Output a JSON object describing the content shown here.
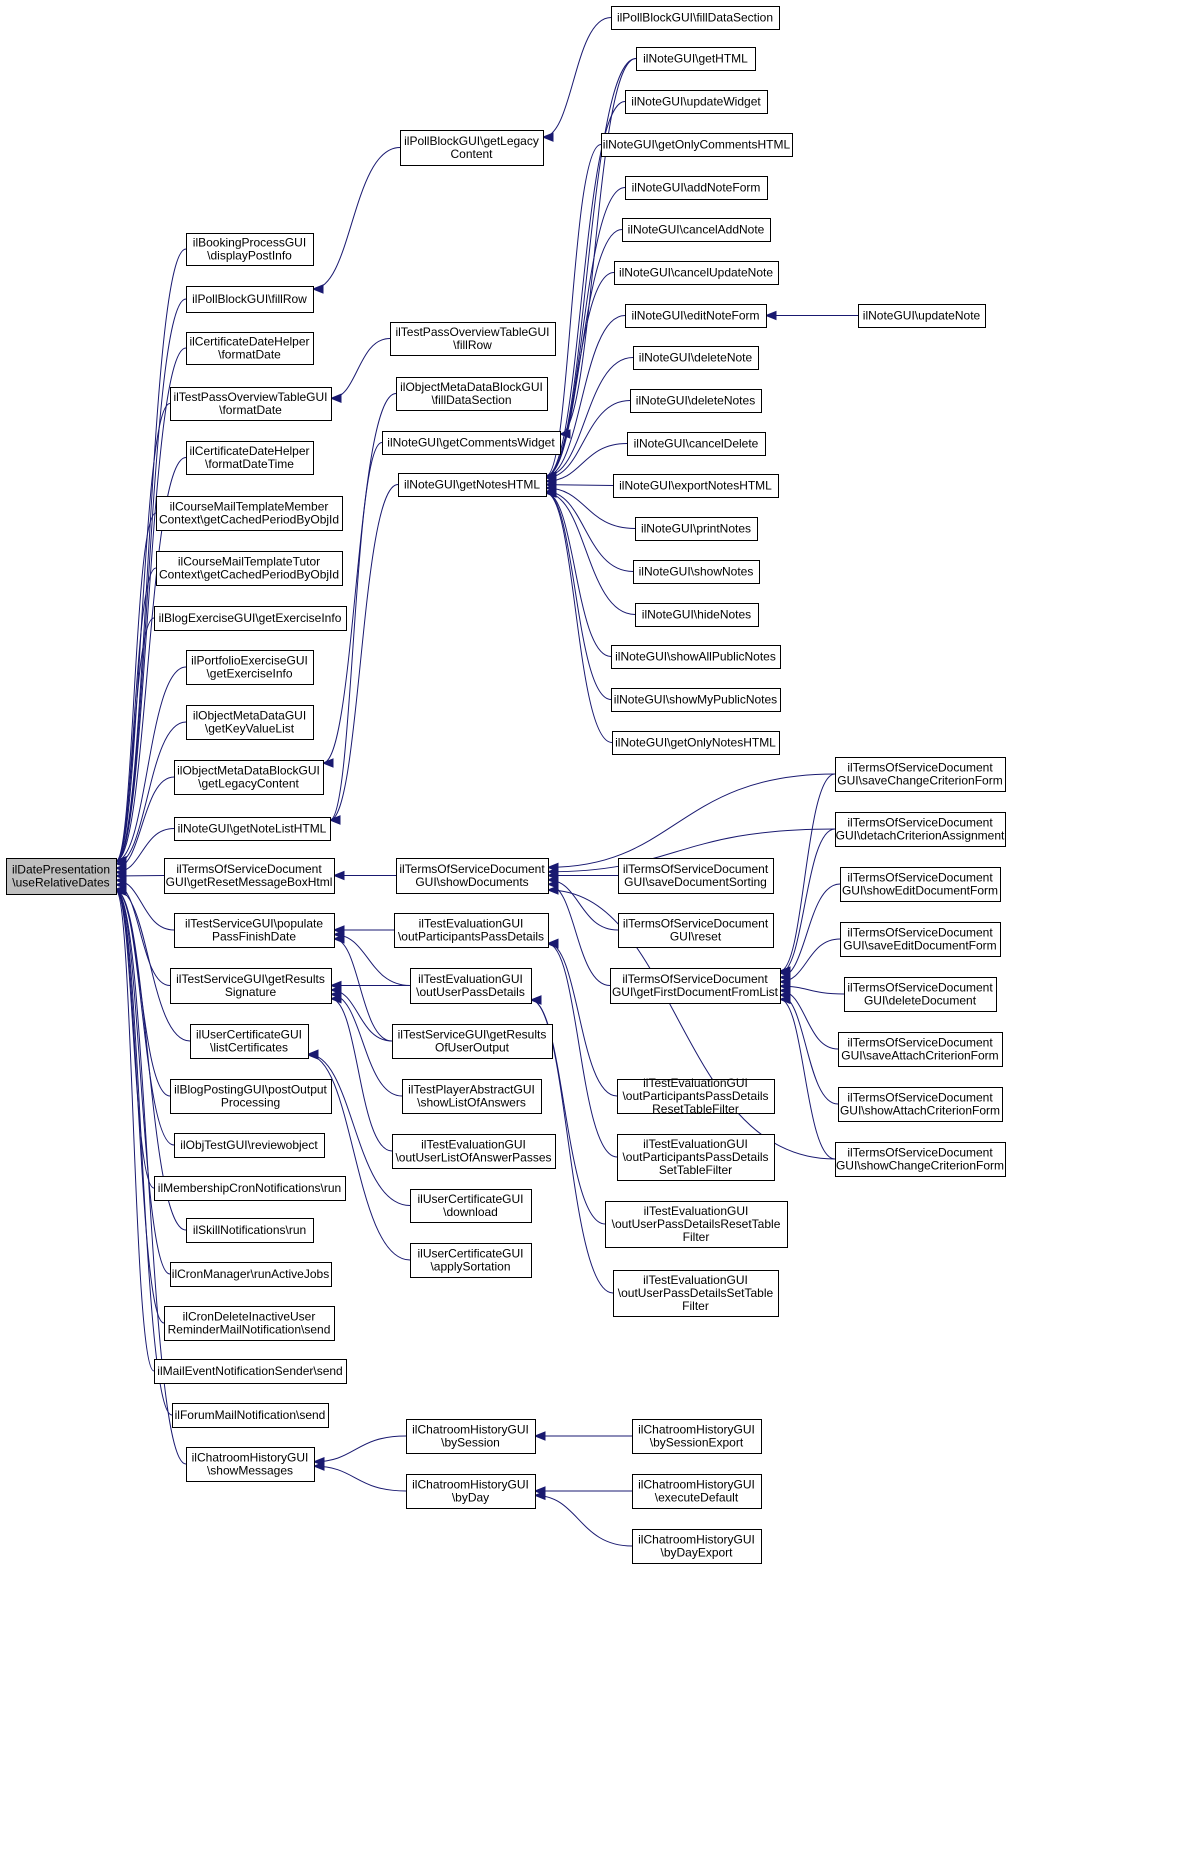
{
  "graph": {
    "kind": "doxygen-caller-graph",
    "edge_color": "#191970",
    "root_fill": "#bfbfbf",
    "nodes": [
      {
        "id": "root",
        "lines": [
          "ilDatePresentation",
          "\\useRelativeDates"
        ],
        "root": true
      },
      {
        "id": "bookingProc",
        "lines": [
          "ilBookingProcessGUI",
          "\\displayPostInfo"
        ]
      },
      {
        "id": "pollFillRow",
        "lines": [
          "ilPollBlockGUI\\fillRow"
        ]
      },
      {
        "id": "certFormatDate",
        "lines": [
          "ilCertificateDateHelper",
          "\\formatDate"
        ]
      },
      {
        "id": "testPassFormatDate",
        "lines": [
          "ilTestPassOverviewTableGUI",
          "\\formatDate"
        ]
      },
      {
        "id": "certFormatDateTime",
        "lines": [
          "ilCertificateDateHelper",
          "\\formatDateTime"
        ]
      },
      {
        "id": "courseMember",
        "lines": [
          "ilCourseMailTemplateMember",
          "Context\\getCachedPeriodByObjId"
        ]
      },
      {
        "id": "courseTutor",
        "lines": [
          "ilCourseMailTemplateTutor",
          "Context\\getCachedPeriodByObjId"
        ]
      },
      {
        "id": "blogExercise",
        "lines": [
          "ilBlogExerciseGUI\\getExerciseInfo"
        ]
      },
      {
        "id": "portfolioExercise",
        "lines": [
          "ilPortfolioExerciseGUI",
          "\\getExerciseInfo"
        ]
      },
      {
        "id": "objMetaKeyValue",
        "lines": [
          "ilObjectMetaDataGUI",
          "\\getKeyValueList"
        ]
      },
      {
        "id": "objMetaBlockLegacy",
        "lines": [
          "ilObjectMetaDataBlockGUI",
          "\\getLegacyContent"
        ]
      },
      {
        "id": "noteListHTML",
        "lines": [
          "ilNoteGUI\\getNoteListHTML"
        ]
      },
      {
        "id": "tosResetMsg",
        "lines": [
          "ilTermsOfServiceDocument",
          "GUI\\getResetMessageBoxHtml"
        ]
      },
      {
        "id": "populatePass",
        "lines": [
          "ilTestServiceGUI\\populate",
          "PassFinishDate"
        ]
      },
      {
        "id": "getResultsSig",
        "lines": [
          "ilTestServiceGUI\\getResults",
          "Signature"
        ]
      },
      {
        "id": "userCertList",
        "lines": [
          "ilUserCertificateGUI",
          "\\listCertificates"
        ]
      },
      {
        "id": "blogPosting",
        "lines": [
          "ilBlogPostingGUI\\postOutput",
          "Processing"
        ]
      },
      {
        "id": "objTestReview",
        "lines": [
          "ilObjTestGUI\\reviewobject"
        ]
      },
      {
        "id": "membershipCron",
        "lines": [
          "ilMembershipCronNotifications\\run"
        ]
      },
      {
        "id": "skillNotif",
        "lines": [
          "ilSkillNotifications\\run"
        ]
      },
      {
        "id": "cronManager",
        "lines": [
          "ilCronManager\\runActiveJobs"
        ]
      },
      {
        "id": "cronDelete",
        "lines": [
          "ilCronDeleteInactiveUser",
          "ReminderMailNotification\\send"
        ]
      },
      {
        "id": "mailEvent",
        "lines": [
          "ilMailEventNotificationSender\\send"
        ]
      },
      {
        "id": "forumMail",
        "lines": [
          "ilForumMailNotification\\send"
        ]
      },
      {
        "id": "chatShowMsg",
        "lines": [
          "ilChatroomHistoryGUI",
          "\\showMessages"
        ]
      },
      {
        "id": "pollLegacy",
        "lines": [
          "ilPollBlockGUI\\getLegacy",
          "Content"
        ]
      },
      {
        "id": "testPassFillRow",
        "lines": [
          "ilTestPassOverviewTableGUI",
          "\\fillRow"
        ]
      },
      {
        "id": "objMetaFillData",
        "lines": [
          "ilObjectMetaDataBlockGUI",
          "\\fillDataSection"
        ]
      },
      {
        "id": "noteCommentsWidget",
        "lines": [
          "ilNoteGUI\\getCommentsWidget"
        ]
      },
      {
        "id": "noteGetNotesHTML",
        "lines": [
          "ilNoteGUI\\getNotesHTML"
        ]
      },
      {
        "id": "tosShowDocs",
        "lines": [
          "ilTermsOfServiceDocument",
          "GUI\\showDocuments"
        ]
      },
      {
        "id": "testEvalOutPart",
        "lines": [
          "ilTestEvaluationGUI",
          "\\outParticipantsPassDetails"
        ]
      },
      {
        "id": "testEvalOutUser",
        "lines": [
          "ilTestEvaluationGUI",
          "\\outUserPassDetails"
        ]
      },
      {
        "id": "testServiceResultsUser",
        "lines": [
          "ilTestServiceGUI\\getResults",
          "OfUserOutput"
        ]
      },
      {
        "id": "testPlayerShowList",
        "lines": [
          "ilTestPlayerAbstractGUI",
          "\\showListOfAnswers"
        ]
      },
      {
        "id": "testEvalListAnswer",
        "lines": [
          "ilTestEvaluationGUI",
          "\\outUserListOfAnswerPasses"
        ]
      },
      {
        "id": "userCertDownload",
        "lines": [
          "ilUserCertificateGUI",
          "\\download"
        ]
      },
      {
        "id": "userCertApplySort",
        "lines": [
          "ilUserCertificateGUI",
          "\\applySortation"
        ]
      },
      {
        "id": "chatBySession",
        "lines": [
          "ilChatroomHistoryGUI",
          "\\bySession"
        ]
      },
      {
        "id": "chatByDay",
        "lines": [
          "ilChatroomHistoryGUI",
          "\\byDay"
        ]
      },
      {
        "id": "pollFillData",
        "lines": [
          "ilPollBlockGUI\\fillDataSection"
        ]
      },
      {
        "id": "noteGetHTML",
        "lines": [
          "ilNoteGUI\\getHTML"
        ]
      },
      {
        "id": "noteUpdateWidget",
        "lines": [
          "ilNoteGUI\\updateWidget"
        ]
      },
      {
        "id": "noteOnlyComments",
        "lines": [
          "ilNoteGUI\\getOnlyCommentsHTML"
        ]
      },
      {
        "id": "noteAddForm",
        "lines": [
          "ilNoteGUI\\addNoteForm"
        ]
      },
      {
        "id": "noteCancelAdd",
        "lines": [
          "ilNoteGUI\\cancelAddNote"
        ]
      },
      {
        "id": "noteCancelUpdate",
        "lines": [
          "ilNoteGUI\\cancelUpdateNote"
        ]
      },
      {
        "id": "noteEditForm",
        "lines": [
          "ilNoteGUI\\editNoteForm"
        ]
      },
      {
        "id": "noteDelete",
        "lines": [
          "ilNoteGUI\\deleteNote"
        ]
      },
      {
        "id": "noteDeleteNotes",
        "lines": [
          "ilNoteGUI\\deleteNotes"
        ]
      },
      {
        "id": "noteCancelDelete",
        "lines": [
          "ilNoteGUI\\cancelDelete"
        ]
      },
      {
        "id": "noteExport",
        "lines": [
          "ilNoteGUI\\exportNotesHTML"
        ]
      },
      {
        "id": "notePrint",
        "lines": [
          "ilNoteGUI\\printNotes"
        ]
      },
      {
        "id": "noteShow",
        "lines": [
          "ilNoteGUI\\showNotes"
        ]
      },
      {
        "id": "noteHide",
        "lines": [
          "ilNoteGUI\\hideNotes"
        ]
      },
      {
        "id": "noteShowAllPublic",
        "lines": [
          "ilNoteGUI\\showAllPublicNotes"
        ]
      },
      {
        "id": "noteShowMyPublic",
        "lines": [
          "ilNoteGUI\\showMyPublicNotes"
        ]
      },
      {
        "id": "noteGetOnlyNotes",
        "lines": [
          "ilNoteGUI\\getOnlyNotesHTML"
        ]
      },
      {
        "id": "tosSaveSort",
        "lines": [
          "ilTermsOfServiceDocument",
          "GUI\\saveDocumentSorting"
        ]
      },
      {
        "id": "tosReset",
        "lines": [
          "ilTermsOfServiceDocument",
          "GUI\\reset"
        ]
      },
      {
        "id": "tosFirstDoc",
        "lines": [
          "ilTermsOfServiceDocument",
          "GUI\\getFirstDocumentFromList"
        ]
      },
      {
        "id": "testEvalPartReset",
        "lines": [
          "ilTestEvaluationGUI",
          "\\outParticipantsPassDetails",
          "ResetTableFilter"
        ]
      },
      {
        "id": "testEvalPartSet",
        "lines": [
          "ilTestEvaluationGUI",
          "\\outParticipantsPassDetails",
          "SetTableFilter"
        ]
      },
      {
        "id": "testEvalUserReset",
        "lines": [
          "ilTestEvaluationGUI",
          "\\outUserPassDetailsResetTable",
          "Filter"
        ]
      },
      {
        "id": "testEvalUserSet",
        "lines": [
          "ilTestEvaluationGUI",
          "\\outUserPassDetailsSetTable",
          "Filter"
        ]
      },
      {
        "id": "chatBySessionExport",
        "lines": [
          "ilChatroomHistoryGUI",
          "\\bySessionExport"
        ]
      },
      {
        "id": "chatExecDefault",
        "lines": [
          "ilChatroomHistoryGUI",
          "\\executeDefault"
        ]
      },
      {
        "id": "chatByDayExport",
        "lines": [
          "ilChatroomHistoryGUI",
          "\\byDayExport"
        ]
      },
      {
        "id": "noteUpdateNote",
        "lines": [
          "ilNoteGUI\\updateNote"
        ]
      },
      {
        "id": "tosSaveChange",
        "lines": [
          "ilTermsOfServiceDocument",
          "GUI\\saveChangeCriterionForm"
        ]
      },
      {
        "id": "tosDetach",
        "lines": [
          "ilTermsOfServiceDocument",
          "GUI\\detachCriterionAssignment"
        ]
      },
      {
        "id": "tosShowEditDoc",
        "lines": [
          "ilTermsOfServiceDocument",
          "GUI\\showEditDocumentForm"
        ]
      },
      {
        "id": "tosSaveEditDoc",
        "lines": [
          "ilTermsOfServiceDocument",
          "GUI\\saveEditDocumentForm"
        ]
      },
      {
        "id": "tosDeleteDoc",
        "lines": [
          "ilTermsOfServiceDocument",
          "GUI\\deleteDocument"
        ]
      },
      {
        "id": "tosSaveAttach",
        "lines": [
          "ilTermsOfServiceDocument",
          "GUI\\saveAttachCriterionForm"
        ]
      },
      {
        "id": "tosShowAttach",
        "lines": [
          "ilTermsOfServiceDocument",
          "GUI\\showAttachCriterionForm"
        ]
      },
      {
        "id": "tosShowChange",
        "lines": [
          "ilTermsOfServiceDocument",
          "GUI\\showChangeCriterionForm"
        ]
      }
    ],
    "edges": [
      [
        "bookingProc",
        "root"
      ],
      [
        "pollFillRow",
        "root"
      ],
      [
        "certFormatDate",
        "root"
      ],
      [
        "testPassFormatDate",
        "root"
      ],
      [
        "certFormatDateTime",
        "root"
      ],
      [
        "courseMember",
        "root"
      ],
      [
        "courseTutor",
        "root"
      ],
      [
        "blogExercise",
        "root"
      ],
      [
        "portfolioExercise",
        "root"
      ],
      [
        "objMetaKeyValue",
        "root"
      ],
      [
        "objMetaBlockLegacy",
        "root"
      ],
      [
        "noteListHTML",
        "root"
      ],
      [
        "tosResetMsg",
        "root"
      ],
      [
        "populatePass",
        "root"
      ],
      [
        "getResultsSig",
        "root"
      ],
      [
        "userCertList",
        "root"
      ],
      [
        "blogPosting",
        "root"
      ],
      [
        "objTestReview",
        "root"
      ],
      [
        "membershipCron",
        "root"
      ],
      [
        "skillNotif",
        "root"
      ],
      [
        "cronManager",
        "root"
      ],
      [
        "cronDelete",
        "root"
      ],
      [
        "mailEvent",
        "root"
      ],
      [
        "forumMail",
        "root"
      ],
      [
        "chatShowMsg",
        "root"
      ],
      [
        "pollLegacy",
        "pollFillRow"
      ],
      [
        "pollFillData",
        "pollLegacy"
      ],
      [
        "testPassFillRow",
        "testPassFormatDate"
      ],
      [
        "objMetaFillData",
        "objMetaBlockLegacy"
      ],
      [
        "noteCommentsWidget",
        "noteListHTML"
      ],
      [
        "noteGetNotesHTML",
        "noteListHTML"
      ],
      [
        "noteGetHTML",
        "noteCommentsWidget"
      ],
      [
        "noteGetHTML",
        "noteGetNotesHTML"
      ],
      [
        "noteUpdateWidget",
        "noteGetNotesHTML"
      ],
      [
        "noteOnlyComments",
        "noteGetNotesHTML"
      ],
      [
        "noteAddForm",
        "noteGetNotesHTML"
      ],
      [
        "noteCancelAdd",
        "noteGetNotesHTML"
      ],
      [
        "noteCancelUpdate",
        "noteGetNotesHTML"
      ],
      [
        "noteEditForm",
        "noteGetNotesHTML"
      ],
      [
        "noteDelete",
        "noteGetNotesHTML"
      ],
      [
        "noteDeleteNotes",
        "noteGetNotesHTML"
      ],
      [
        "noteCancelDelete",
        "noteGetNotesHTML"
      ],
      [
        "noteExport",
        "noteGetNotesHTML"
      ],
      [
        "notePrint",
        "noteGetNotesHTML"
      ],
      [
        "noteShow",
        "noteGetNotesHTML"
      ],
      [
        "noteHide",
        "noteGetNotesHTML"
      ],
      [
        "noteShowAllPublic",
        "noteGetNotesHTML"
      ],
      [
        "noteShowMyPublic",
        "noteGetNotesHTML"
      ],
      [
        "noteGetOnlyNotes",
        "noteGetNotesHTML"
      ],
      [
        "noteUpdateNote",
        "noteEditForm"
      ],
      [
        "tosShowDocs",
        "tosResetMsg"
      ],
      [
        "tosSaveSort",
        "tosShowDocs"
      ],
      [
        "tosReset",
        "tosShowDocs"
      ],
      [
        "tosFirstDoc",
        "tosShowDocs"
      ],
      [
        "tosSaveChange",
        "tosShowDocs"
      ],
      [
        "tosDetach",
        "tosShowDocs"
      ],
      [
        "tosShowChange",
        "tosShowDocs"
      ],
      [
        "tosSaveChange",
        "tosFirstDoc"
      ],
      [
        "tosDetach",
        "tosFirstDoc"
      ],
      [
        "tosShowEditDoc",
        "tosFirstDoc"
      ],
      [
        "tosSaveEditDoc",
        "tosFirstDoc"
      ],
      [
        "tosDeleteDoc",
        "tosFirstDoc"
      ],
      [
        "tosSaveAttach",
        "tosFirstDoc"
      ],
      [
        "tosShowAttach",
        "tosFirstDoc"
      ],
      [
        "tosShowChange",
        "tosFirstDoc"
      ],
      [
        "testEvalOutPart",
        "populatePass"
      ],
      [
        "testEvalOutUser",
        "populatePass"
      ],
      [
        "testServiceResultsUser",
        "populatePass"
      ],
      [
        "testEvalOutUser",
        "getResultsSig"
      ],
      [
        "testServiceResultsUser",
        "getResultsSig"
      ],
      [
        "testPlayerShowList",
        "getResultsSig"
      ],
      [
        "testEvalListAnswer",
        "getResultsSig"
      ],
      [
        "testEvalPartReset",
        "testEvalOutPart"
      ],
      [
        "testEvalPartSet",
        "testEvalOutPart"
      ],
      [
        "testEvalUserReset",
        "testEvalOutUser"
      ],
      [
        "testEvalUserSet",
        "testEvalOutUser"
      ],
      [
        "userCertDownload",
        "userCertList"
      ],
      [
        "userCertApplySort",
        "userCertList"
      ],
      [
        "chatBySession",
        "chatShowMsg"
      ],
      [
        "chatByDay",
        "chatShowMsg"
      ],
      [
        "chatBySessionExport",
        "chatBySession"
      ],
      [
        "chatExecDefault",
        "chatByDay"
      ],
      [
        "chatByDayExport",
        "chatByDay"
      ]
    ]
  }
}
